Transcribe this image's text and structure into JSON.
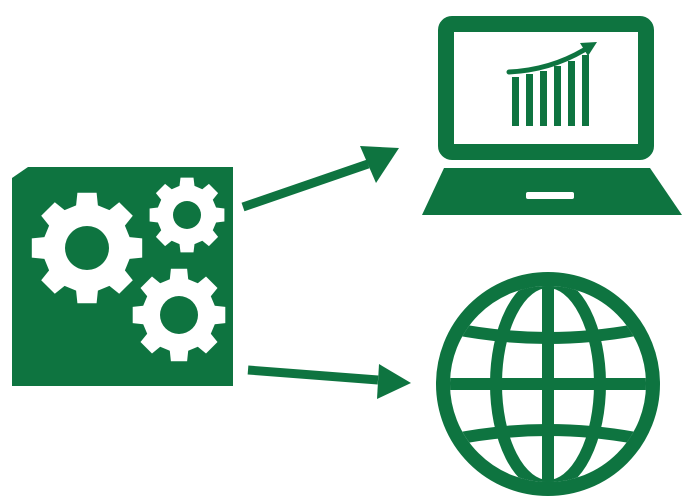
{
  "colors": {
    "primary": "#0e7440",
    "background": "#ffffff"
  },
  "nodes": [
    {
      "id": "processing",
      "icon": "gears-icon"
    },
    {
      "id": "laptop",
      "icon": "laptop-chart-icon"
    },
    {
      "id": "globe",
      "icon": "globe-icon"
    }
  ],
  "edges": [
    {
      "from": "processing",
      "to": "laptop"
    },
    {
      "from": "processing",
      "to": "globe"
    }
  ]
}
